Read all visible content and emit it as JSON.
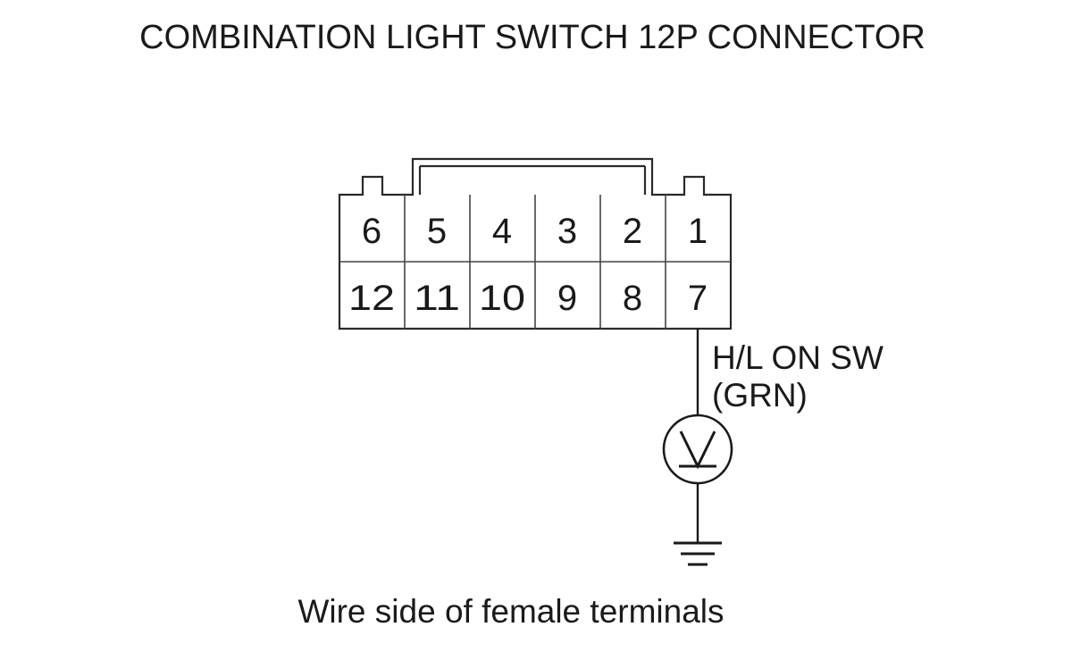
{
  "title": "COMBINATION LIGHT SWITCH 12P CONNECTOR",
  "connector": {
    "top_row": [
      "6",
      "5",
      "4",
      "3",
      "2",
      "1"
    ],
    "bottom_row": [
      "12",
      "11",
      "10",
      "9",
      "8",
      "7"
    ]
  },
  "wire": {
    "terminal": "7",
    "label_line1": "H/L ON SW",
    "label_line2": "(GRN)"
  },
  "meter": {
    "symbol": "voltmeter-icon"
  },
  "ground": {
    "symbol": "ground-icon"
  },
  "caption": "Wire side of female terminals"
}
